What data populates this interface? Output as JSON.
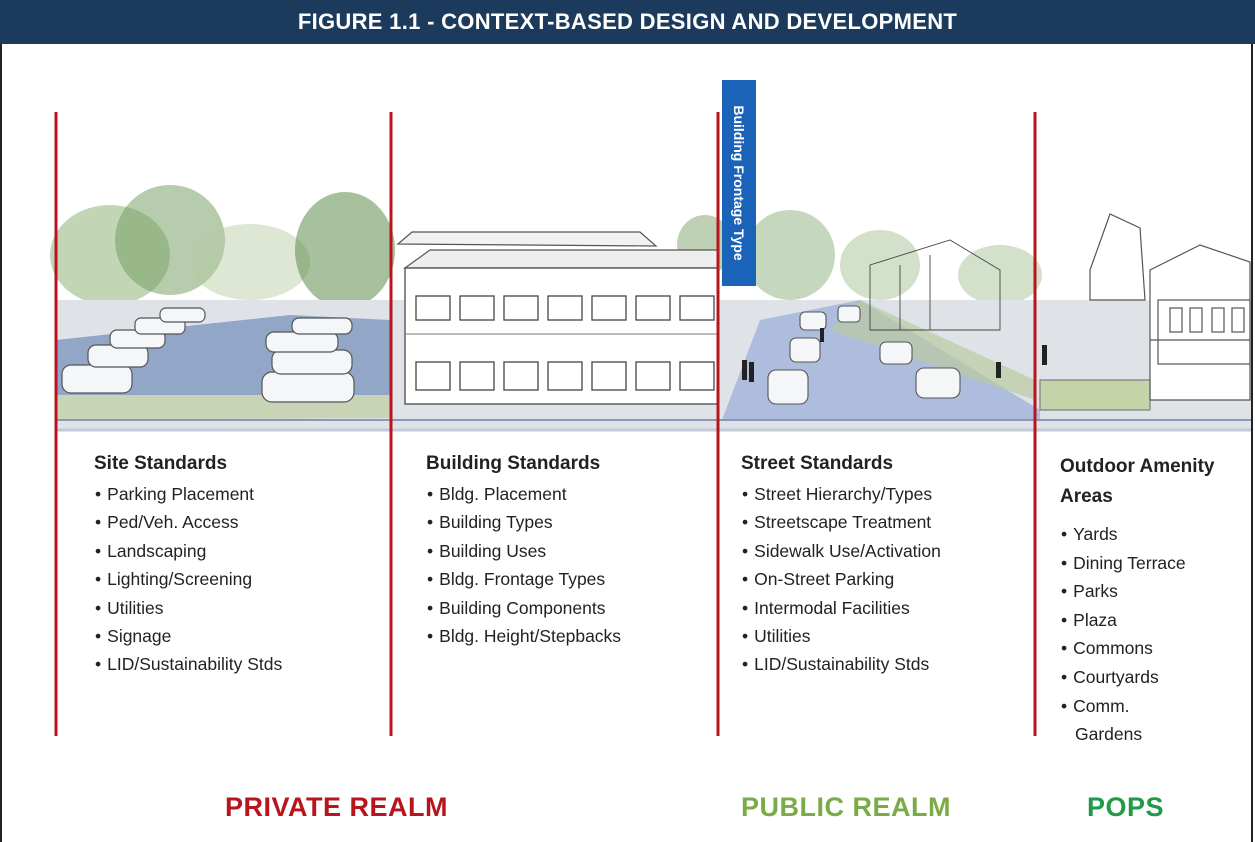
{
  "figure": {
    "title": "FIGURE 1.1 - CONTEXT-BASED DESIGN AND DEVELOPMENT",
    "vertical_tag": "Building Frontage Type"
  },
  "columns": [
    {
      "heading": "Site Standards",
      "items": [
        "Parking Placement",
        "Ped/Veh. Access",
        "Landscaping",
        "Lighting/Screening",
        "Utilities",
        "Signage",
        "LID/Sustainability Stds"
      ]
    },
    {
      "heading": "Building Standards",
      "items": [
        "Bldg. Placement",
        "Building Types",
        "Building Uses",
        "Bldg. Frontage Types",
        "Building Components",
        "Bldg. Height/Stepbacks"
      ]
    },
    {
      "heading": "Street Standards",
      "items": [
        "Street Hierarchy/Types",
        "Streetscape Treatment",
        "Sidewalk Use/Activation",
        "On-Street Parking",
        "Intermodal Facilities",
        "Utilities",
        "LID/Sustainability Stds"
      ]
    },
    {
      "heading": "Outdoor Amenity Areas",
      "items": [
        "Yards",
        "Dining Terrace",
        "Parks",
        "Plaza",
        "Commons",
        "Courtyards",
        "Comm. Gardens"
      ]
    }
  ],
  "realms": {
    "private": "PRIVATE REALM",
    "public": "PUBLIC REALM",
    "pops": "POPS"
  },
  "colors": {
    "title_bg": "#1b3a5c",
    "divider": "#b7141e",
    "private": "#b7141e",
    "public": "#7bab46",
    "pops": "#1f9a48",
    "tag_bg": "#1a63b8"
  }
}
